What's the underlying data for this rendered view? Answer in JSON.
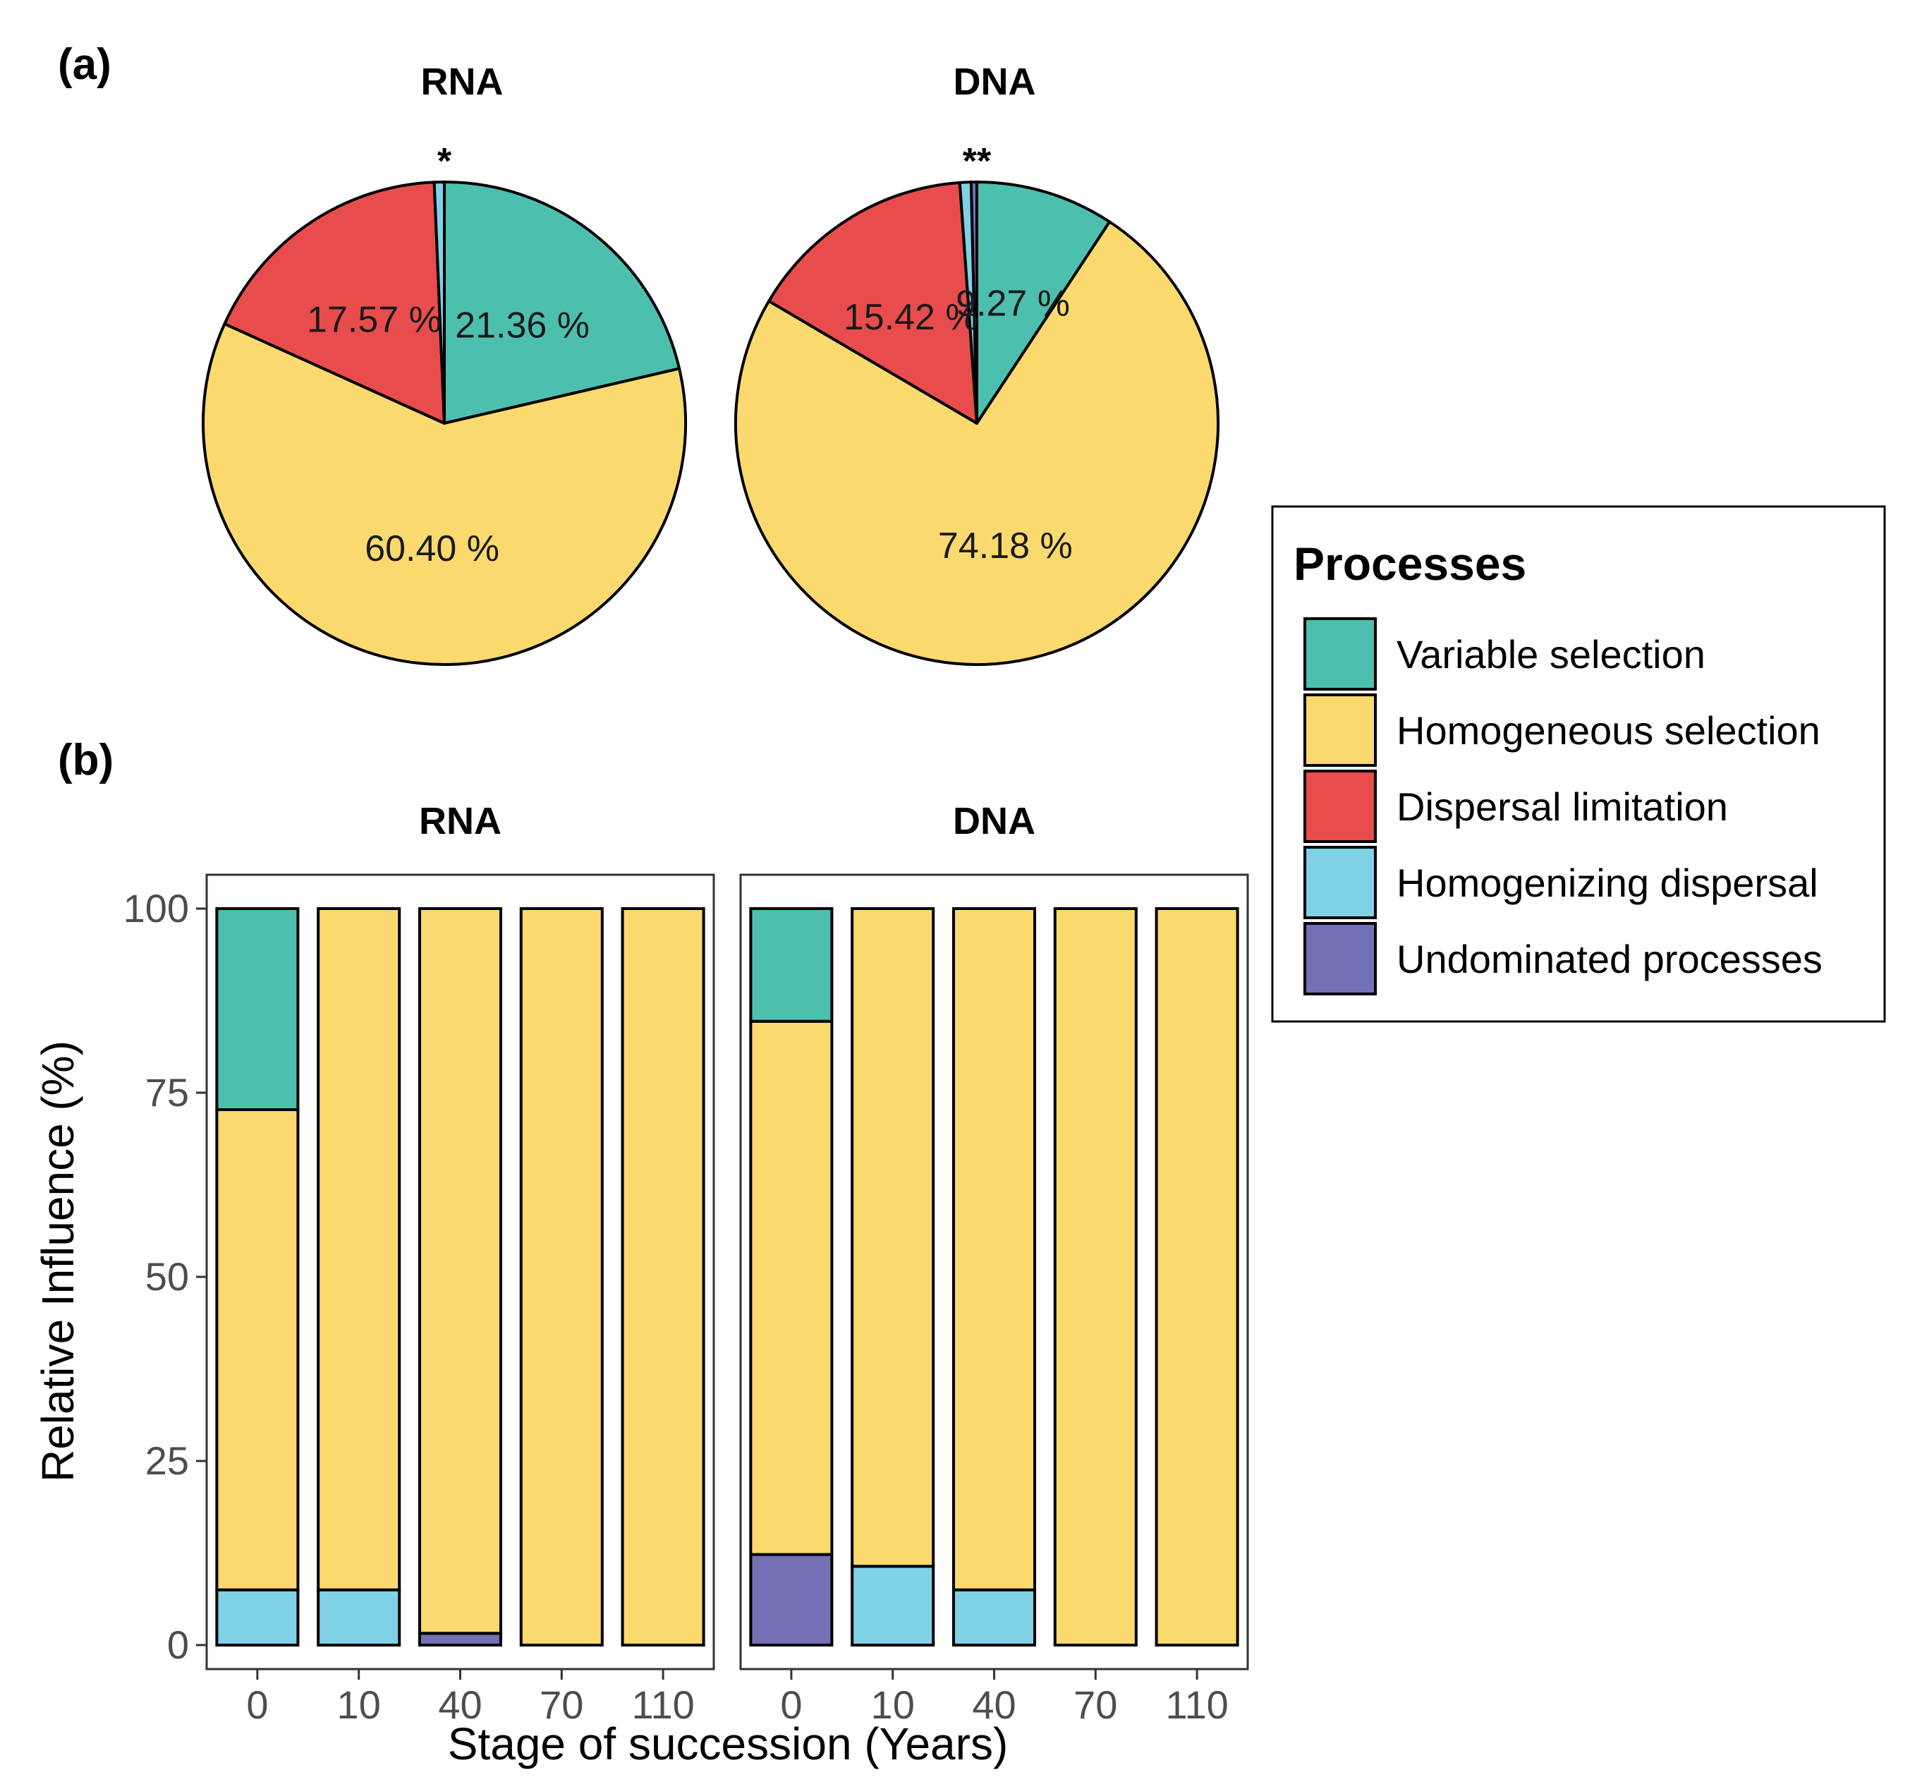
{
  "panel_a": {
    "tag": "(a)"
  },
  "panel_b": {
    "tag": "(b)"
  },
  "legend": {
    "title": "Processes"
  },
  "chart_data": [
    {
      "type": "pie",
      "panel": "a",
      "facets": [
        {
          "title": "RNA",
          "star": "*",
          "slices": [
            {
              "process": "Variable selection",
              "value": 21.36,
              "label": "21.36 %"
            },
            {
              "process": "Homogeneous selection",
              "value": 60.4,
              "label": "60.40 %"
            },
            {
              "process": "Dispersal limitation",
              "value": 17.57,
              "label": "17.57 %"
            },
            {
              "process": "Homogenizing dispersal",
              "value": 0.67,
              "label": ""
            }
          ]
        },
        {
          "title": "DNA",
          "star": "**",
          "slices": [
            {
              "process": "Variable selection",
              "value": 9.27,
              "label": "9.27 %"
            },
            {
              "process": "Homogeneous selection",
              "value": 74.18,
              "label": "74.18 %"
            },
            {
              "process": "Dispersal limitation",
              "value": 15.42,
              "label": "15.42 %"
            },
            {
              "process": "Homogenizing dispersal",
              "value": 0.75,
              "label": ""
            },
            {
              "process": "Undominated processes",
              "value": 0.38,
              "label": ""
            }
          ]
        }
      ]
    },
    {
      "type": "bar",
      "stacked": true,
      "panel": "b",
      "xlabel": "Stage of succession (Years)",
      "ylabel": "Relative Influence (%)",
      "ylim": [
        0,
        100
      ],
      "yticks": [
        0,
        25,
        50,
        75,
        100
      ],
      "categories": [
        "0",
        "10",
        "40",
        "70",
        "110"
      ],
      "stack_order": [
        "Undominated processes",
        "Homogenizing dispersal",
        "Homogeneous selection",
        "Variable selection"
      ],
      "facets": [
        {
          "title": "RNA",
          "series": [
            {
              "name": "Undominated processes",
              "values": [
                0,
                0,
                1.6,
                0,
                0
              ]
            },
            {
              "name": "Homogenizing dispersal",
              "values": [
                7.5,
                7.5,
                0,
                0,
                0
              ]
            },
            {
              "name": "Homogeneous selection",
              "values": [
                65.2,
                92.5,
                98.4,
                100,
                100
              ]
            },
            {
              "name": "Variable selection",
              "values": [
                27.3,
                0,
                0,
                0,
                0
              ]
            }
          ]
        },
        {
          "title": "DNA",
          "series": [
            {
              "name": "Undominated processes",
              "values": [
                12.3,
                0,
                0,
                0,
                0
              ]
            },
            {
              "name": "Homogenizing dispersal",
              "values": [
                0,
                10.7,
                7.5,
                0,
                0
              ]
            },
            {
              "name": "Homogeneous selection",
              "values": [
                72.4,
                89.3,
                92.5,
                100,
                100
              ]
            },
            {
              "name": "Variable selection",
              "values": [
                15.3,
                0,
                0,
                0,
                0
              ]
            }
          ]
        }
      ]
    }
  ],
  "processes": [
    {
      "name": "Variable selection",
      "color": "#4dbfae"
    },
    {
      "name": "Homogeneous selection",
      "color": "#fad96e"
    },
    {
      "name": "Dispersal limitation",
      "color": "#e84c4c"
    },
    {
      "name": "Homogenizing dispersal",
      "color": "#7fd1e6"
    },
    {
      "name": "Undominated processes",
      "color": "#7470b5"
    }
  ]
}
